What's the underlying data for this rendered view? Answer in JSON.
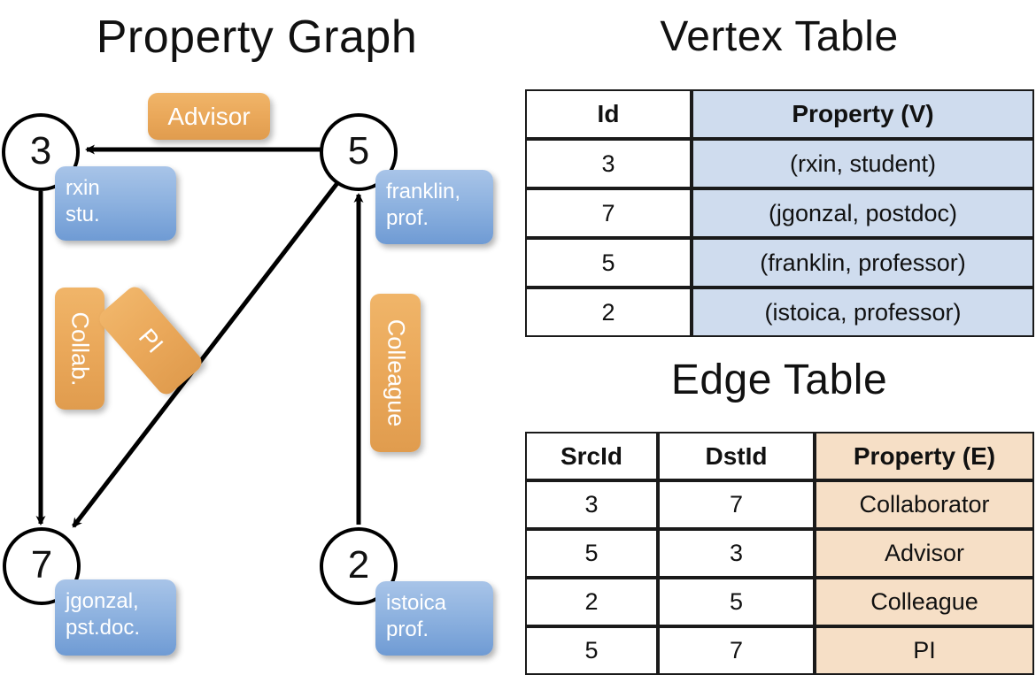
{
  "titles": {
    "property_graph": "Property Graph",
    "vertex_table": "Vertex Table",
    "edge_table": "Edge Table"
  },
  "graph": {
    "nodes": [
      {
        "id": "3",
        "property_line1": "rxin",
        "property_line2": "stu."
      },
      {
        "id": "5",
        "property_line1": "franklin,",
        "property_line2": "prof."
      },
      {
        "id": "7",
        "property_line1": "jgonzal,",
        "property_line2": "pst.doc."
      },
      {
        "id": "2",
        "property_line1": "istoica",
        "property_line2": "prof."
      }
    ],
    "edge_labels": [
      {
        "name": "advisor",
        "text": "Advisor"
      },
      {
        "name": "collab",
        "text": "Collab."
      },
      {
        "name": "pi",
        "text": "PI"
      },
      {
        "name": "colleague",
        "text": "Colleague"
      }
    ]
  },
  "vertex_table": {
    "headers": [
      "Id",
      "Property (V)"
    ],
    "rows": [
      {
        "id": "3",
        "property": "(rxin, student)"
      },
      {
        "id": "7",
        "property": "(jgonzal, postdoc)"
      },
      {
        "id": "5",
        "property": "(franklin, professor)"
      },
      {
        "id": "2",
        "property": "(istoica, professor)"
      }
    ]
  },
  "edge_table": {
    "headers": [
      "SrcId",
      "DstId",
      "Property (E)"
    ],
    "rows": [
      {
        "src": "3",
        "dst": "7",
        "property": "Collaborator"
      },
      {
        "src": "5",
        "dst": "3",
        "property": "Advisor"
      },
      {
        "src": "2",
        "dst": "5",
        "property": "Colleague"
      },
      {
        "src": "5",
        "dst": "7",
        "property": "PI"
      }
    ]
  },
  "colors": {
    "vertex_property_fill": "#cfdcee",
    "edge_property_fill": "#f6dfc6",
    "node_box_blue": "#8fb3e0",
    "edge_label_orange": "#eaa85a",
    "stroke": "#000000"
  }
}
